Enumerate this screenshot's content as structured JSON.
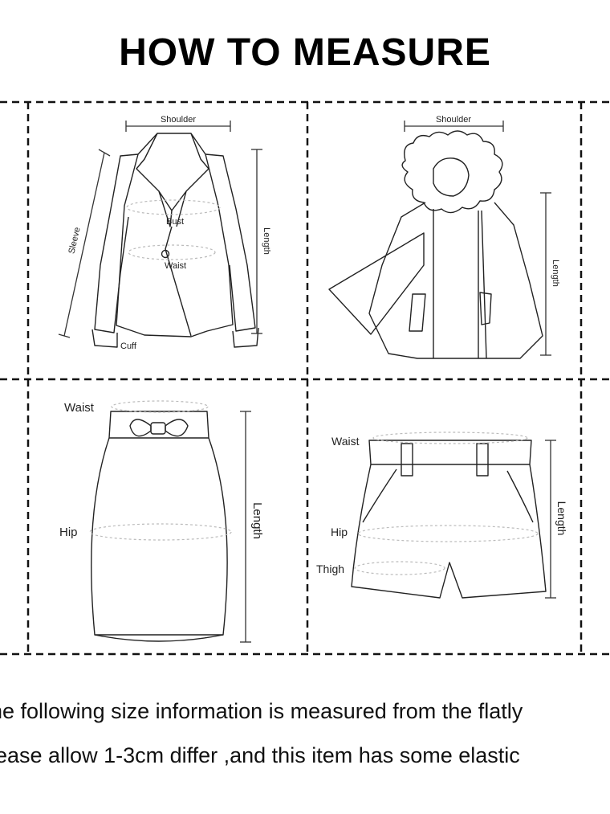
{
  "title": "HOW TO MEASURE",
  "panels": {
    "blazer": {
      "shoulder": "Shoulder",
      "sleeve": "Sleeve",
      "length": "Length",
      "bust": "Bust",
      "waist": "Waist",
      "cuff": "Cuff"
    },
    "cape": {
      "shoulder": "Shoulder",
      "length": "Length"
    },
    "skirt": {
      "waist": "Waist",
      "hip": "Hip",
      "length": "Length"
    },
    "shorts": {
      "waist": "Waist",
      "hip": "Hip",
      "thigh": "Thigh",
      "length": "Length"
    }
  },
  "notes": {
    "line1": "he following size information is measured from the flatly",
    "line2": "lease allow 1-3cm differ ,and this item has some elastic"
  }
}
